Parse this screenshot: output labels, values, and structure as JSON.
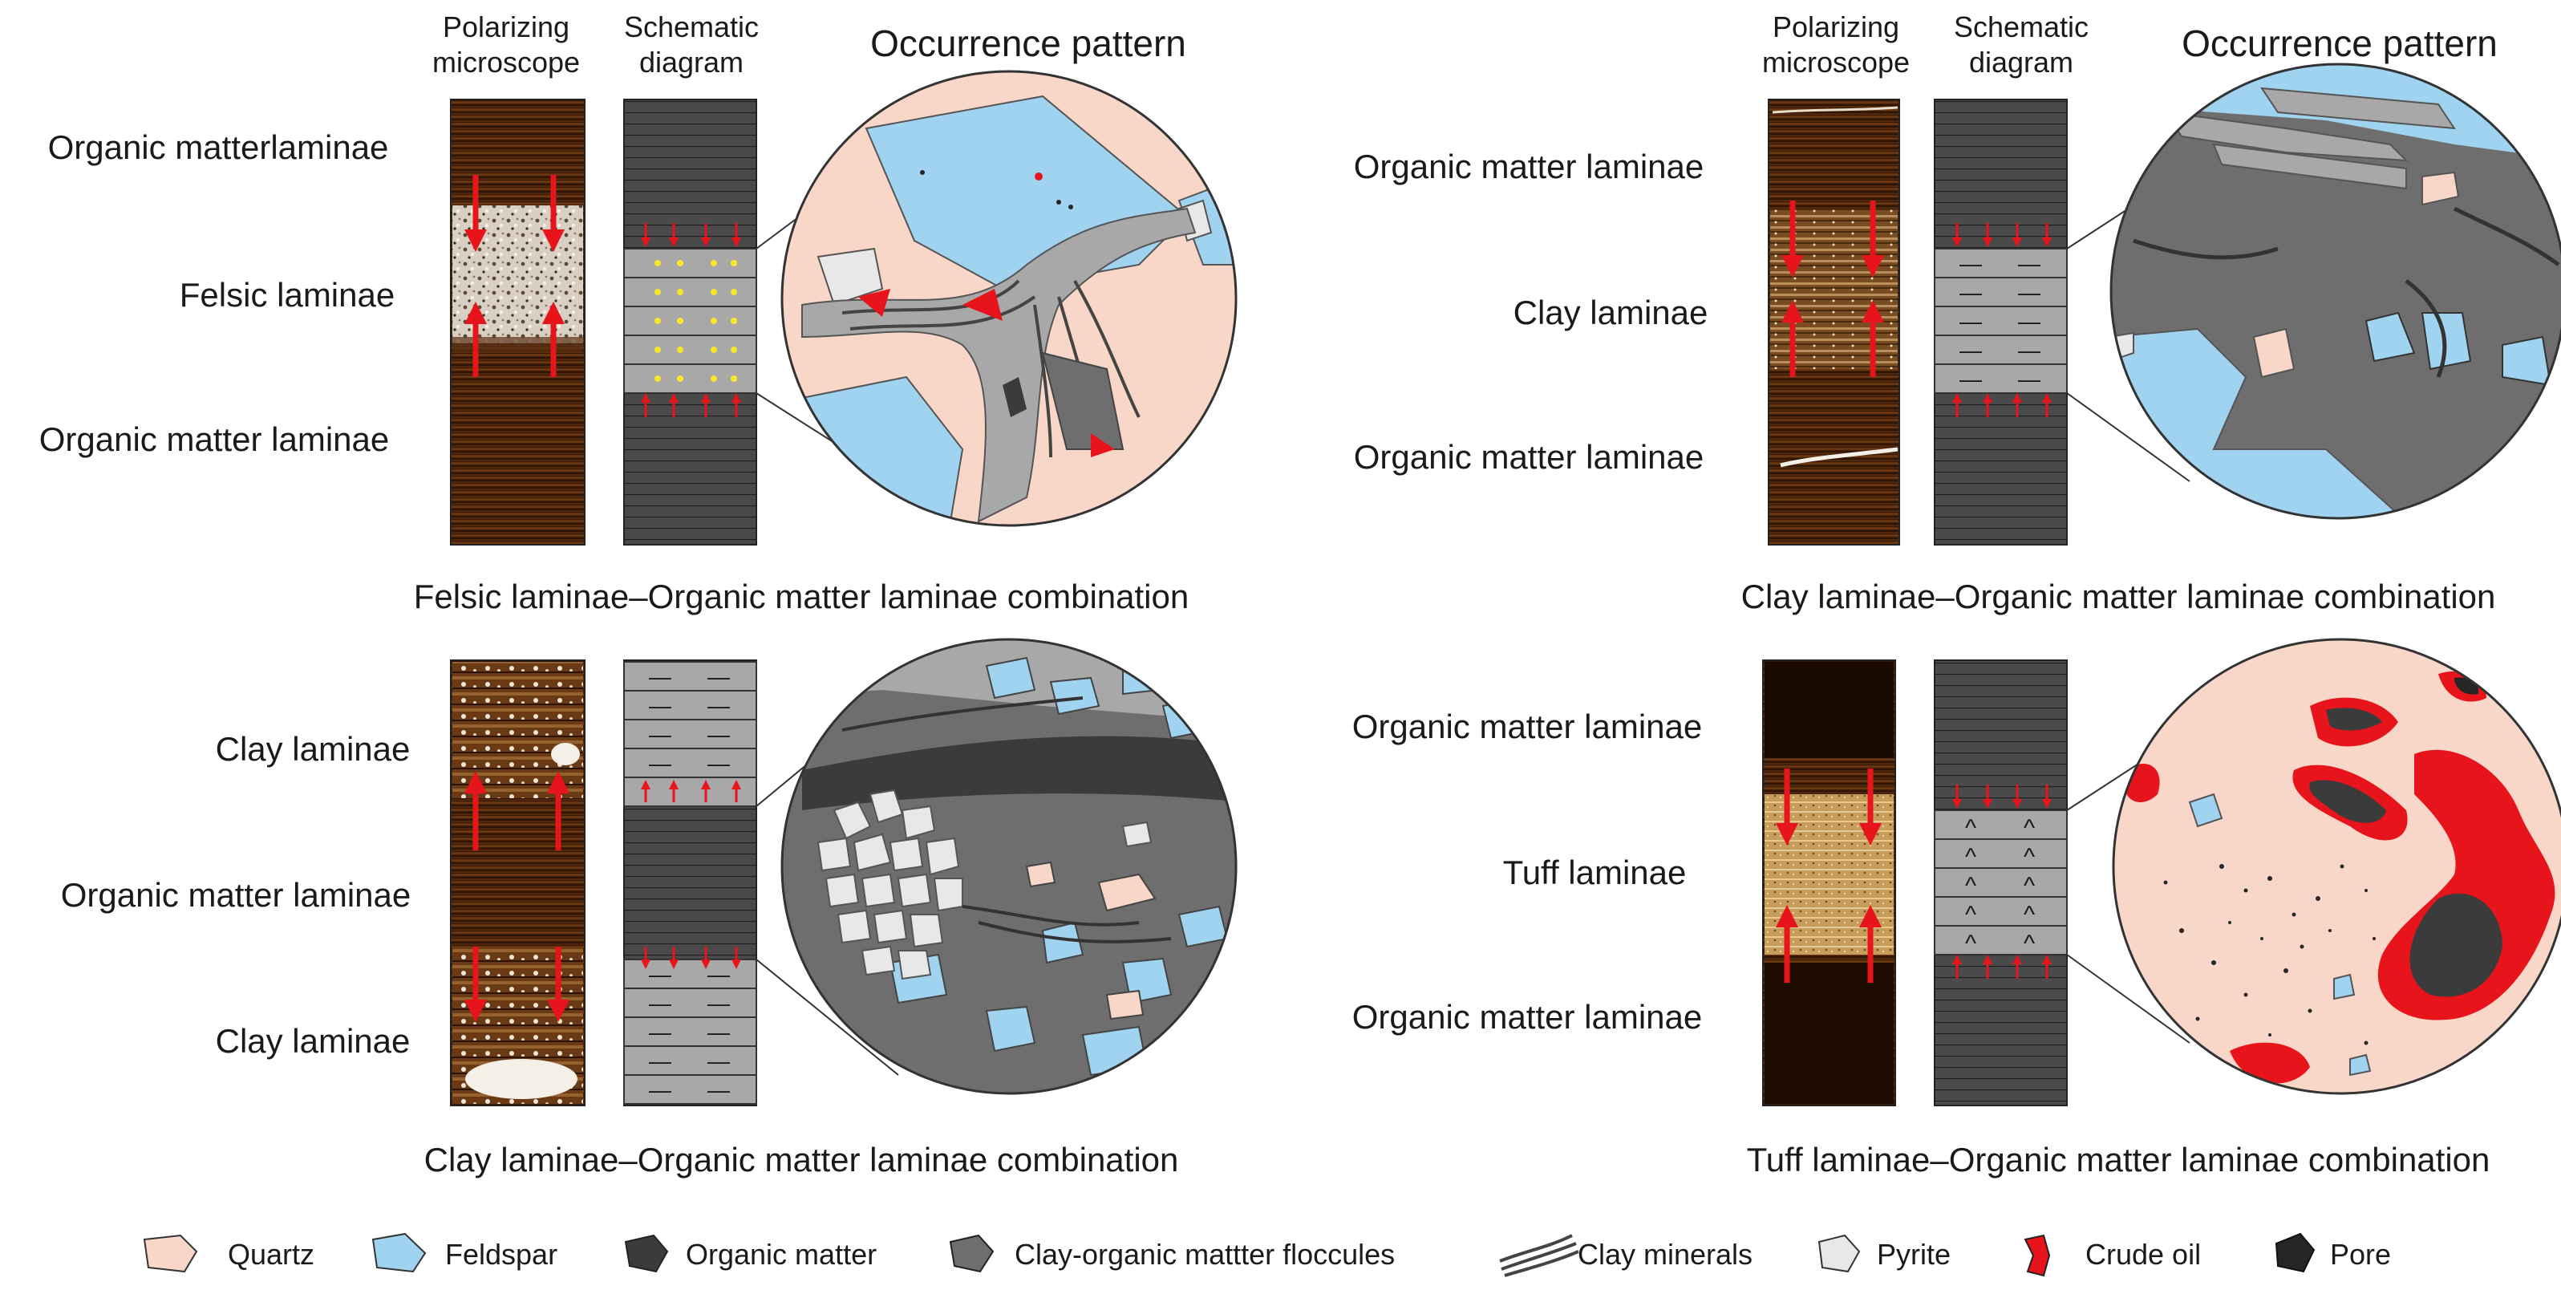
{
  "panels": [
    {
      "id": "felsic",
      "col_header_1_line1": "Polarizing",
      "col_header_1_line2": "microscope",
      "col_header_2_line1": "Schematic",
      "col_header_2_line2": "diagram",
      "pattern_header": "Occurrence pattern",
      "label_top": "Organic matterlaminae",
      "label_mid": "Felsic laminae",
      "label_bot": "Organic matter laminae",
      "caption": "Felsic laminae–Organic matter laminae  combination"
    },
    {
      "id": "clay-top",
      "col_header_1_line1": "Polarizing",
      "col_header_1_line2": "microscope",
      "col_header_2_line1": "Schematic",
      "col_header_2_line2": "diagram",
      "pattern_header": "Occurrence pattern",
      "label_top": "Organic matter laminae",
      "label_mid": "Clay laminae",
      "label_bot": "Organic matter laminae",
      "caption": "Clay laminae–Organic matter laminae  combination"
    },
    {
      "id": "clay-bottom",
      "label_top": "Clay laminae",
      "label_mid": "Organic matter laminae",
      "label_bot": "Clay laminae",
      "caption": "Clay laminae–Organic matter laminae  combination"
    },
    {
      "id": "tuff",
      "label_top": "Organic matter laminae",
      "label_mid": "Tuff laminae",
      "label_bot": "Organic matter laminae",
      "caption": "Tuff laminae–Organic matter laminae  combination"
    }
  ],
  "schematic_symbols": {
    "clay": "—",
    "tuff": "^"
  },
  "legend": [
    {
      "label": "Quartz",
      "icon": "quartz-swatch-icon",
      "color": "#f8d7c8"
    },
    {
      "label": "Feldspar",
      "icon": "feldspar-swatch-icon",
      "color": "#9fd3f0"
    },
    {
      "label": "Organic matter",
      "icon": "organic-matter-swatch-icon",
      "color": "#3b3b3b"
    },
    {
      "label": "Clay-organic mattter floccules",
      "icon": "floccule-swatch-icon",
      "color": "#6e6e6e"
    },
    {
      "label": "Clay minerals",
      "icon": "clay-minerals-icon",
      "color": "#444444"
    },
    {
      "label": "Pyrite",
      "icon": "pyrite-swatch-icon",
      "color": "#e8e8e8"
    },
    {
      "label": "Crude oil",
      "icon": "crude-oil-swatch-icon",
      "color": "#e8141b"
    },
    {
      "label": "Pore",
      "icon": "pore-swatch-icon",
      "color": "#262626"
    }
  ],
  "colors": {
    "quartz": "#f8d7c8",
    "feldspar": "#9fd3f0",
    "floccule": "#6e6e6e",
    "organic": "#3b3b3b",
    "clay_lamina": "#a8a8a8",
    "schematic_dark": "#4a4a4a",
    "oil": "#e8141b",
    "arrow": "#e8141b",
    "felsic_dot": "#f5e62a"
  }
}
